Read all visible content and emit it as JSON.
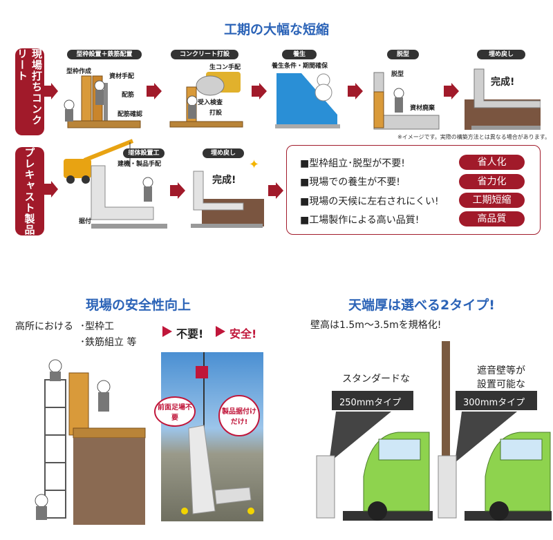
{
  "top": {
    "title": "工期の大幅な短縮",
    "row1_tab": "現場打ちコンクリート",
    "row1_steps": [
      "型枠設置＋鉄筋配置",
      "コンクリート打設",
      "養生",
      "脱型",
      "埋め戻し"
    ],
    "row1_labels": {
      "formwork": "型枠作成",
      "material": "資材手配",
      "rebar": "配筋",
      "rebar_check": "配筋確認",
      "ready_mix": "生コン手配",
      "inspection": "受入検査",
      "pour": "打設",
      "curing": "養生条件・期間確保",
      "demold": "脱型",
      "waste": "資材廃棄",
      "done": "完成!"
    },
    "note": "※イメージです。実際の構築方法とは異なる場合があります。",
    "row2_tab": "プレキャスト製品",
    "row2_steps": [
      "躯体設置工",
      "埋め戻し"
    ],
    "row2_labels": {
      "arrange": "建機・製品手配",
      "install": "据付",
      "done": "完成!"
    },
    "benefits": [
      {
        "text": "■型枠組立･脱型が不要!",
        "tag": "省人化"
      },
      {
        "text": "■現場での養生が不要!",
        "tag": "省力化"
      },
      {
        "text": "■現場の天候に左右されにくい!",
        "tag": "工期短縮"
      },
      {
        "text": "■工場製作による高い品質!",
        "tag": "高品質"
      }
    ],
    "colors": {
      "accent_blue": "#2b63b7",
      "accent_red": "#a11a2a"
    }
  },
  "safety": {
    "title": "現場の安全性向上",
    "line1a": "高所における",
    "line1b": "･型枠工",
    "line2": "･鉄筋組立 等",
    "unnecessary": "不要!",
    "safe": "安全!",
    "callout1": "前面足場不要",
    "callout2": "製品据付けだけ!"
  },
  "types": {
    "title": "天端厚は選べる2タイプ!",
    "subtitle": "壁高は1.5m～3.5mを規格化!",
    "left_caption": "スタンダードな",
    "left_type": "250mmタイプ",
    "right_caption1": "遮音壁等が",
    "right_caption2": "設置可能な",
    "right_type": "300mmタイプ"
  }
}
